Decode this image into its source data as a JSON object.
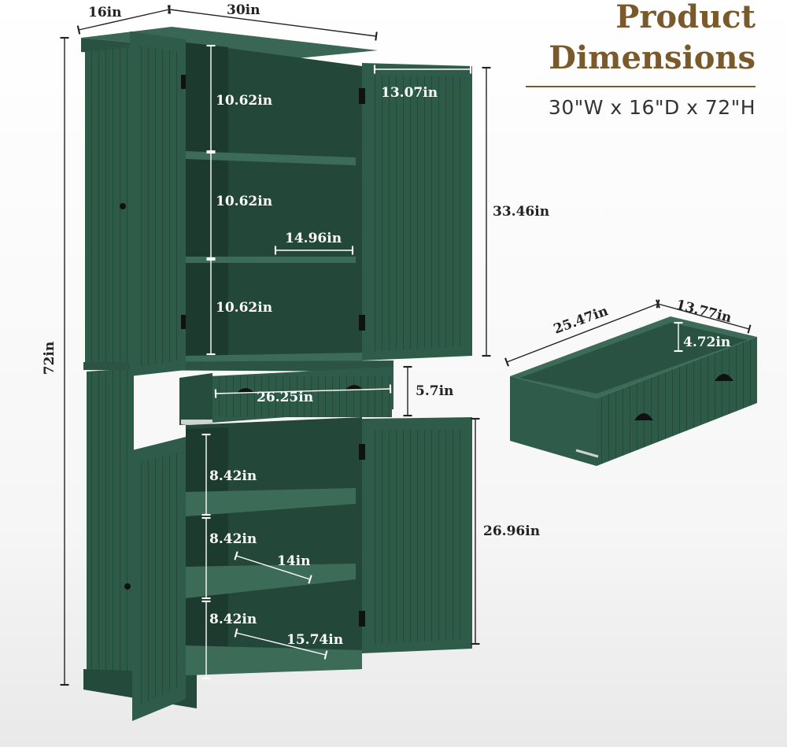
{
  "header": {
    "title_line1": "Product",
    "title_line2": "Dimensions",
    "subtitle": "30\"W x 16\"D x 72\"H",
    "title_color": "#7a5a2a"
  },
  "colors": {
    "cabinet": "#2e5a48",
    "cabinet_dark": "#1f3f32",
    "cabinet_light": "#3d6b58",
    "dimension_line": "#222222",
    "inner_line": "#ffffff"
  },
  "cabinet_dimensions": {
    "depth": "16in",
    "width": "30in",
    "height": "72in",
    "door_width": "13.07in",
    "upper_height": "33.46in",
    "upper_shelf_1": "10.62in",
    "upper_shelf_2": "10.62in",
    "upper_shelf_3": "10.62in",
    "upper_shelf_depth": "14.96in",
    "drawer_width": "26.25in",
    "drawer_height": "5.7in",
    "lower_height": "26.96in",
    "lower_shelf_1": "8.42in",
    "lower_shelf_2": "8.42in",
    "lower_shelf_3": "8.42in",
    "lower_shelf_depth_mid": "14in",
    "lower_shelf_depth_bottom": "15.74in"
  },
  "drawer_dimensions": {
    "length": "25.47in",
    "depth": "13.77in",
    "height": "4.72in"
  }
}
